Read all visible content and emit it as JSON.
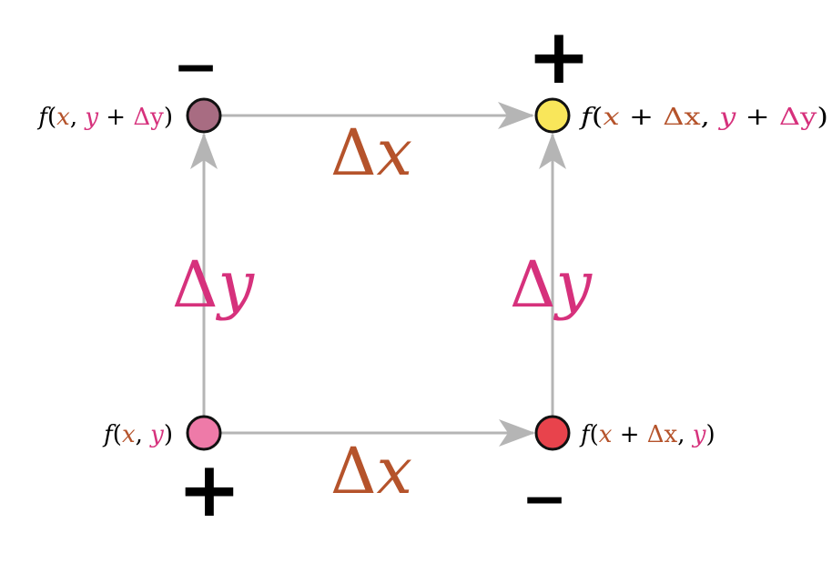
{
  "colors": {
    "x_color": "#b5532b",
    "y_color": "#d6317c",
    "arrow_color": "#b5b5b5",
    "text_color": "#000000",
    "outline_color": "#111111"
  },
  "nodes": {
    "bottom_left": {
      "color": "#ee7aa8",
      "sign": "+",
      "label": {
        "f": "f",
        "open": "(",
        "a": "x",
        "comma": ", ",
        "b": "y",
        "close": ")"
      }
    },
    "bottom_right": {
      "color": "#e8434c",
      "sign": "−",
      "label": {
        "f": "f",
        "open": "(",
        "a": "x",
        "plus1": " + ",
        "da": "Δx",
        "comma": ", ",
        "b": "y",
        "close": ")"
      }
    },
    "top_left": {
      "color": "#a86c82",
      "sign": "−",
      "label": {
        "f": "f",
        "open": "(",
        "a": "x",
        "comma": ", ",
        "b": "y",
        "plus2": " + ",
        "db": "Δy",
        "close": ")"
      }
    },
    "top_right": {
      "color": "#f9e65a",
      "sign": "+",
      "label": {
        "f": "f",
        "open": "(",
        "a": "x",
        "plus1": " + ",
        "da": "Δx",
        "comma": ", ",
        "b": "y",
        "plus2": " + ",
        "db": "Δy",
        "close": ")"
      }
    }
  },
  "edges": {
    "bottom": {
      "delta": "Δ",
      "var": "x"
    },
    "top": {
      "delta": "Δ",
      "var": "x"
    },
    "left": {
      "delta": "Δ",
      "var": "y"
    },
    "right": {
      "delta": "Δ",
      "var": "y"
    }
  }
}
